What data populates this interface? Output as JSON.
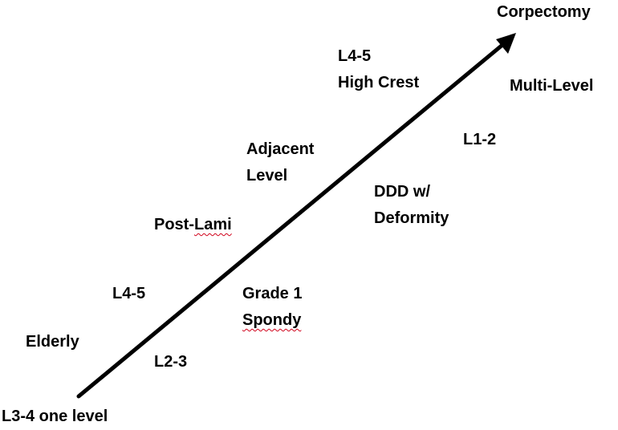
{
  "diagram": {
    "arrow_color": "#000000",
    "spellcheck_color": "#d0021b",
    "labels": {
      "corpectomy": "Corpectomy",
      "l45_high_crest_line1": "L4-5",
      "l45_high_crest_line2": "High Crest",
      "multi_level": "Multi-Level",
      "adjacent_level_line1": "Adjacent",
      "adjacent_level_line2": "Level",
      "l1_2": "L1-2",
      "ddd_deformity_line1": "DDD w/",
      "ddd_deformity_line2": "Deformity",
      "post_lami_prefix": "Post-",
      "post_lami_suffix": "Lami",
      "l4_5": "L4-5",
      "grade1_spondy_line1": "Grade 1",
      "grade1_spondy_line2": "Spondy",
      "elderly": "Elderly",
      "l2_3": "L2-3",
      "l3_4_one_level": "L3-4 one level"
    }
  }
}
